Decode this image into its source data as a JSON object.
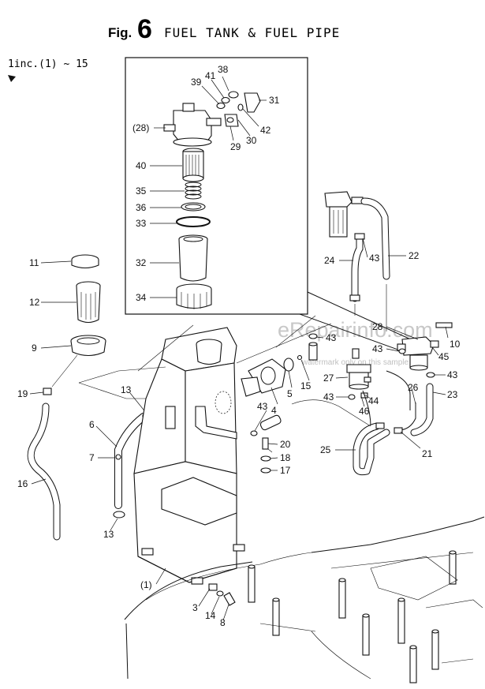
{
  "header": {
    "fig_prefix": "Fig.",
    "fig_number": "6",
    "title": "FUEL TANK & FUEL PIPE",
    "subtitle": "1inc.(1) ~ 15"
  },
  "watermark": {
    "main": "eRepairinfo.com",
    "small": "watermark only on this sample"
  },
  "labels": {
    "p38": "38",
    "p41": "41",
    "p39": "39",
    "p31": "31",
    "p28b": "(28)",
    "p42": "42",
    "p29": "29",
    "p30": "30",
    "p40": "40",
    "p35": "35",
    "p36": "36",
    "p33": "33",
    "p32": "32",
    "p34": "34",
    "p11": "11",
    "p12": "12",
    "p9": "9",
    "p19": "19",
    "p16": "16",
    "p13a": "13",
    "p6": "6",
    "p7": "7",
    "p13b": "13",
    "p24": "24",
    "p43a": "43",
    "p22": "22",
    "p28": "28",
    "p43b": "43",
    "p10": "10",
    "p43c": "43",
    "p45": "45",
    "p15": "15",
    "p4": "4",
    "p5": "5",
    "p27": "27",
    "p43d": "43",
    "p44": "44",
    "p46": "46",
    "p26": "26",
    "p23": "23",
    "p43e": "43",
    "p43f": "43",
    "p20": "20",
    "p18": "18",
    "p17": "17",
    "p25": "25",
    "p21": "21",
    "p1b": "(1)",
    "p3": "3",
    "p14": "14",
    "p8": "8"
  }
}
